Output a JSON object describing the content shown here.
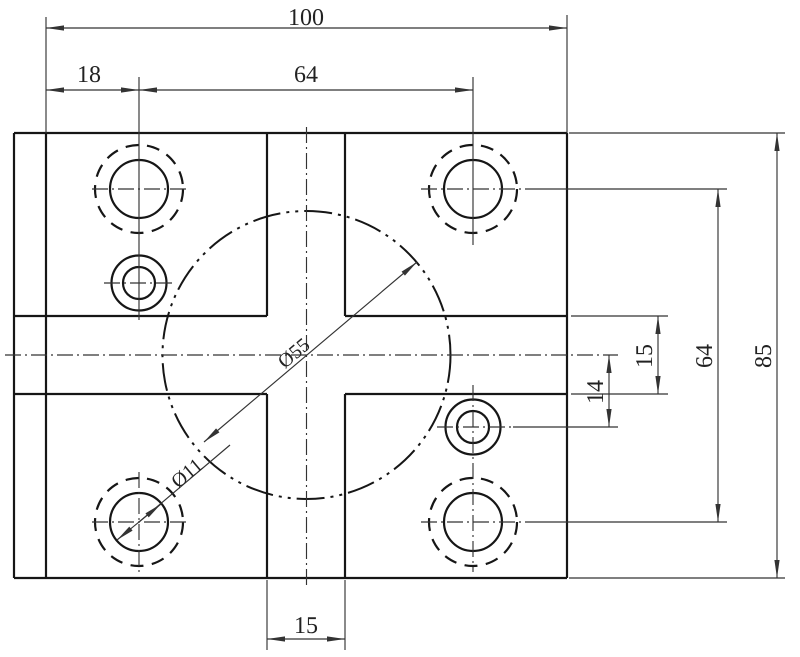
{
  "drawing": {
    "dimensions": {
      "overall_width": "100",
      "left_hole_offset": "18",
      "hole_spacing_horizontal": "64",
      "center_bore_diameter": "Ø55",
      "corner_hole_diameter": "Ø11",
      "vertical_slot_width": "15",
      "horizontal_slot_width": "15",
      "small_hole_offset": "14",
      "hole_spacing_vertical": "64",
      "overall_height": "85"
    },
    "colors": {
      "line": "#161616",
      "background": "#ffffff"
    }
  }
}
